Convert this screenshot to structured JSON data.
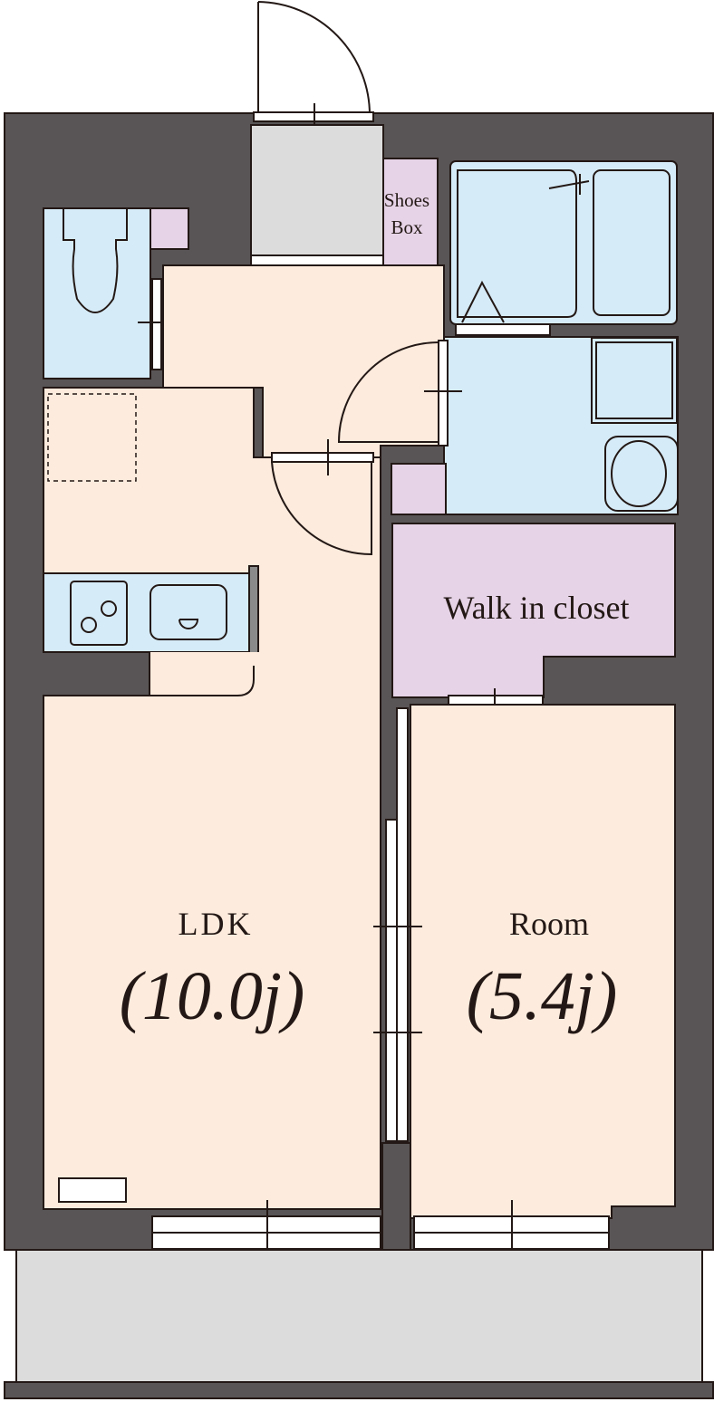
{
  "floorplan": {
    "rooms": {
      "shoes_box": {
        "line1": "Shoes",
        "line2": "Box"
      },
      "walk_in_closet": {
        "label": "Walk in closet"
      },
      "ldk": {
        "label": "LDK",
        "size": "(10.0j)"
      },
      "room": {
        "label": "Room",
        "size": "(5.4j)"
      }
    },
    "colors": {
      "wall": "#595556",
      "living": "#fdebdd",
      "wet_area": "#d5ebf7",
      "storage": "#e6d3e7",
      "exterior": "#dcdcdc"
    }
  }
}
